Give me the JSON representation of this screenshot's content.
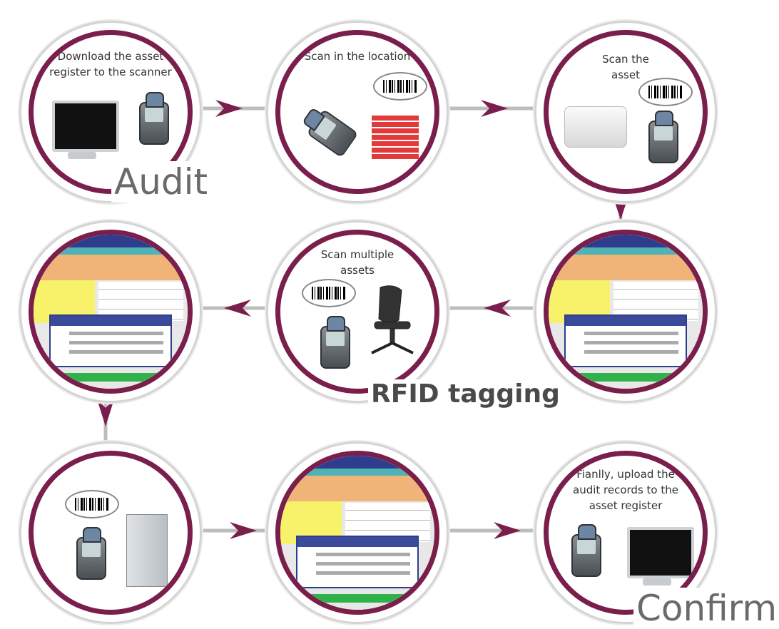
{
  "title_audit": "Audit",
  "title_rfid": "RFID tagging",
  "title_confirm": "Confirm",
  "steps": [
    {
      "caption_line1": "Download the asset",
      "caption_line2": "register to the scanner"
    },
    {
      "caption_line1": "Scan in the location",
      "caption_line2": ""
    },
    {
      "caption_line1": "Scan the",
      "caption_line2": "asset"
    },
    {
      "caption_line1": "",
      "caption_line2": ""
    },
    {
      "caption_line1": "Scan multiple",
      "caption_line2": "assets"
    },
    {
      "caption_line1": "",
      "caption_line2": ""
    },
    {
      "caption_line1": "",
      "caption_line2": ""
    },
    {
      "caption_line1": "",
      "caption_line2": ""
    },
    {
      "caption_line1": "Fianlly, upload the",
      "caption_line2": "audit records to the",
      "caption_line3": "asset register"
    }
  ],
  "colors": {
    "ring": "#7a1e4c",
    "arrow": "#7a1e4c",
    "line": "#bdbdbd"
  },
  "icons": [
    "arrow-right-icon",
    "arrow-left-icon",
    "arrow-down-icon",
    "barcode-icon",
    "handheld-scanner-icon",
    "monitor-icon",
    "printer-icon",
    "chair-icon",
    "filing-cabinet-icon",
    "brick-wall-icon"
  ]
}
